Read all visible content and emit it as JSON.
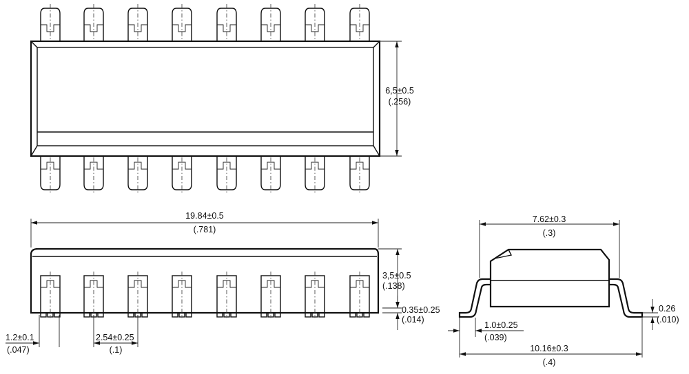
{
  "dimensions": {
    "package_width": {
      "value": "6,5±0.5",
      "inch": "(.256)"
    },
    "body_length": {
      "value": "19.84±0.5",
      "inch": "(.781)"
    },
    "body_height": {
      "value": "3,5±0.5",
      "inch": "(.138)"
    },
    "standoff": {
      "value": "0.35±0.25",
      "inch": "(.014)"
    },
    "pin_width": {
      "value": "1.2±0.1",
      "inch": "(.047)"
    },
    "pin_pitch": {
      "value": "2.54±0.25",
      "inch": "(.1)"
    },
    "row_spacing": {
      "value": "7.62±0.3",
      "inch": "(.3)"
    },
    "lead_thickness": {
      "value": "0.26",
      "inch": "(.010)"
    },
    "lead_foot": {
      "value": "1.0±0.25",
      "inch": "(.039)"
    },
    "overall_width": {
      "value": "10.16±0.3",
      "inch": "(.4)"
    }
  }
}
